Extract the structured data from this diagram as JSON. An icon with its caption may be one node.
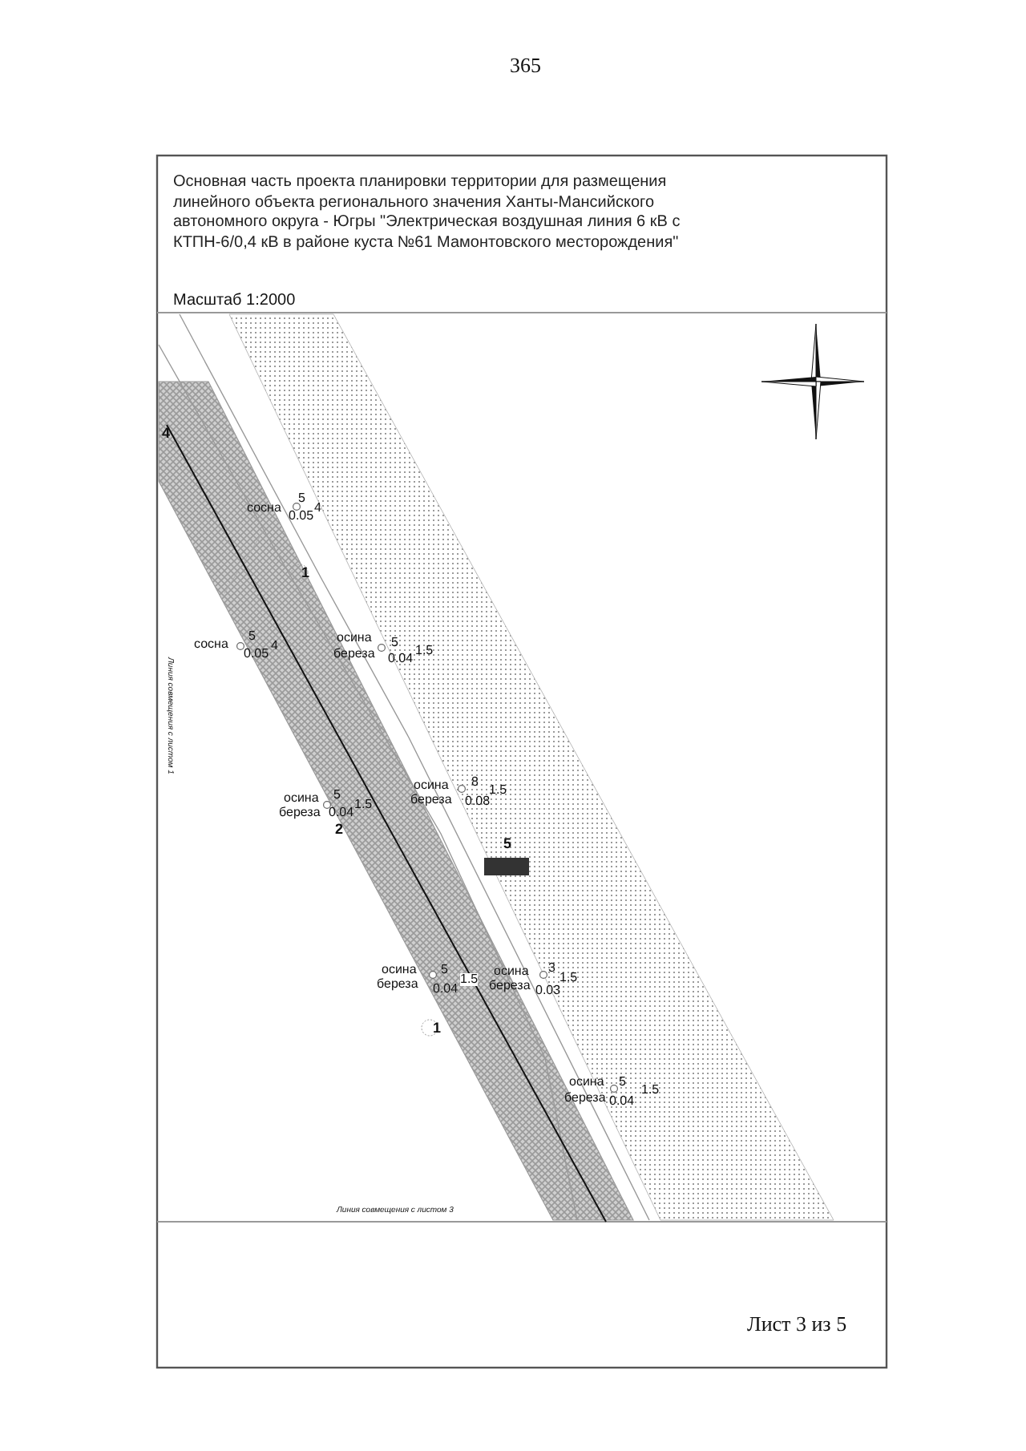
{
  "diagram": {
    "title": "Основная часть проекта планировки территории для размещения линейного объекта регионального значения Ханты-Мансийского автономного округа - Югры \"Электрическая воздушная линия 6 кВ с КТПН-6/0,4 кВ в районе куста №61 Мамонтовского месторождения\"",
    "labels": [
      "365",
      "Масштаб 1:2000",
      "4",
      "сосна",
      "5",
      "0.05",
      "4",
      "1",
      "сосна",
      "5",
      "0.05",
      "4",
      "осина",
      "береза",
      "5",
      "0.04",
      "1.5",
      "осина",
      "береза",
      "8",
      "0.08",
      "1.5",
      "осина",
      "береза",
      "5",
      "0.04",
      "1.5",
      "2",
      "5",
      "осина",
      "береза",
      "5",
      "0.04",
      "1.5",
      "осина",
      "береза",
      "3",
      "0.03",
      "1.5",
      "1",
      "осина",
      "береза",
      "5",
      "0.04",
      "1.5",
      "Линия совмещения с листом 1",
      "Линия совмещения с листом 3",
      "Лист 3 из 5"
    ]
  }
}
